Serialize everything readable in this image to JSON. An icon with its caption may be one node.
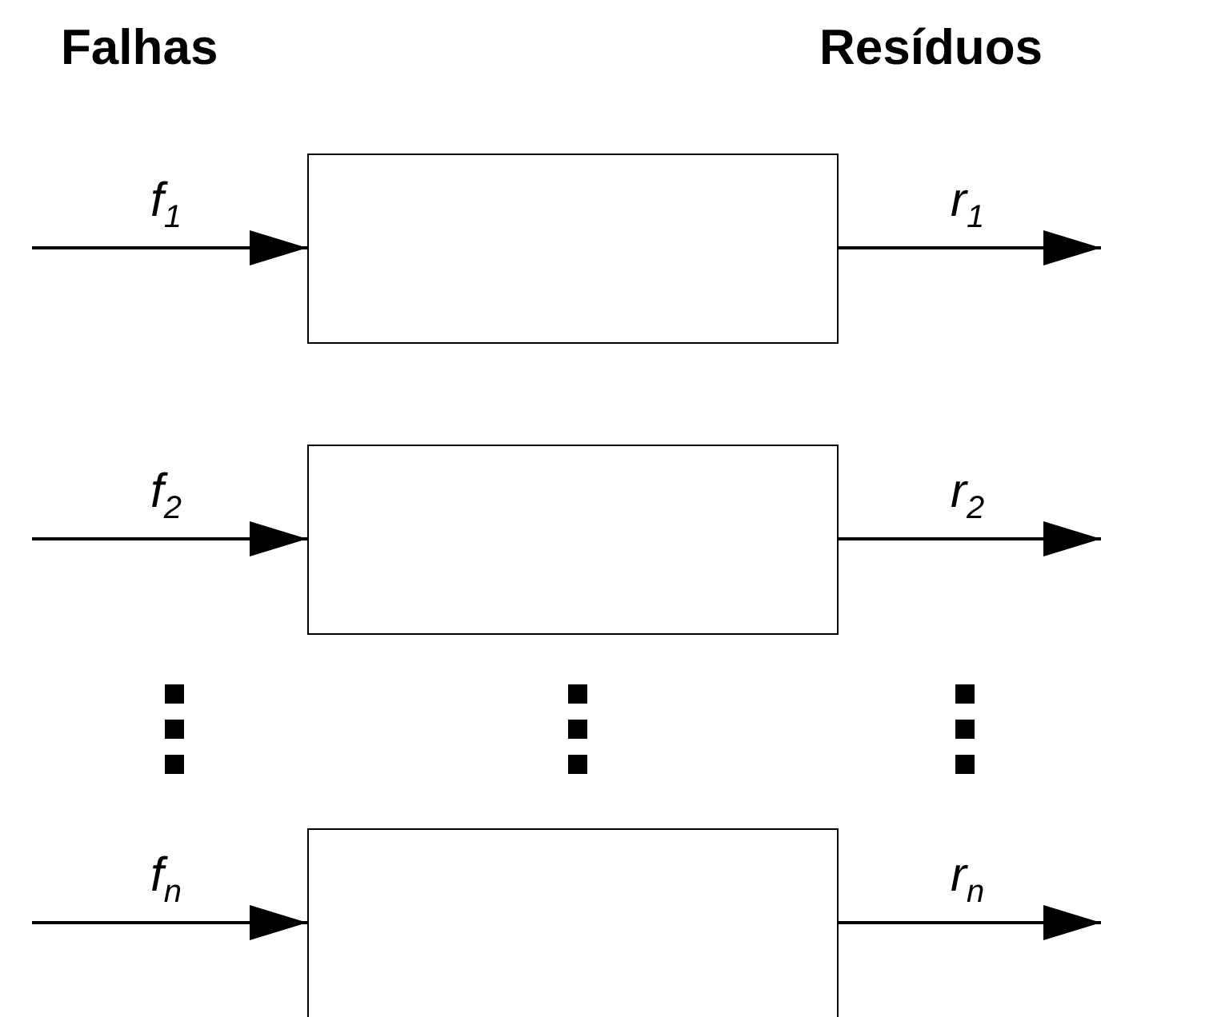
{
  "diagram": {
    "nodes": [
      {
        "text": [],
        "shape": "box"
      },
      {
        "text": [],
        "shape": "box"
      },
      {
        "text": [],
        "shape": "box"
      }
    ],
    "edges": [
      {
        "from": null,
        "to": 0,
        "arrow": "to",
        "label": "f$_{1}$"
      },
      {
        "from": 0,
        "to": null,
        "arrow": "to",
        "label": "r$_{1}$"
      },
      {
        "from": null,
        "to": 1,
        "arrow": "to",
        "label": "f$_{2}$"
      },
      {
        "from": 1,
        "to": null,
        "arrow": "to",
        "label": "r$_{2}$"
      },
      {
        "from": null,
        "to": 2,
        "arrow": "to",
        "label": "f$_{n}$"
      },
      {
        "from": 2,
        "to": null,
        "arrow": "to",
        "label": "r$_{n}$"
      }
    ],
    "labels": [
      "Falhas",
      "Resíduos"
    ]
  }
}
